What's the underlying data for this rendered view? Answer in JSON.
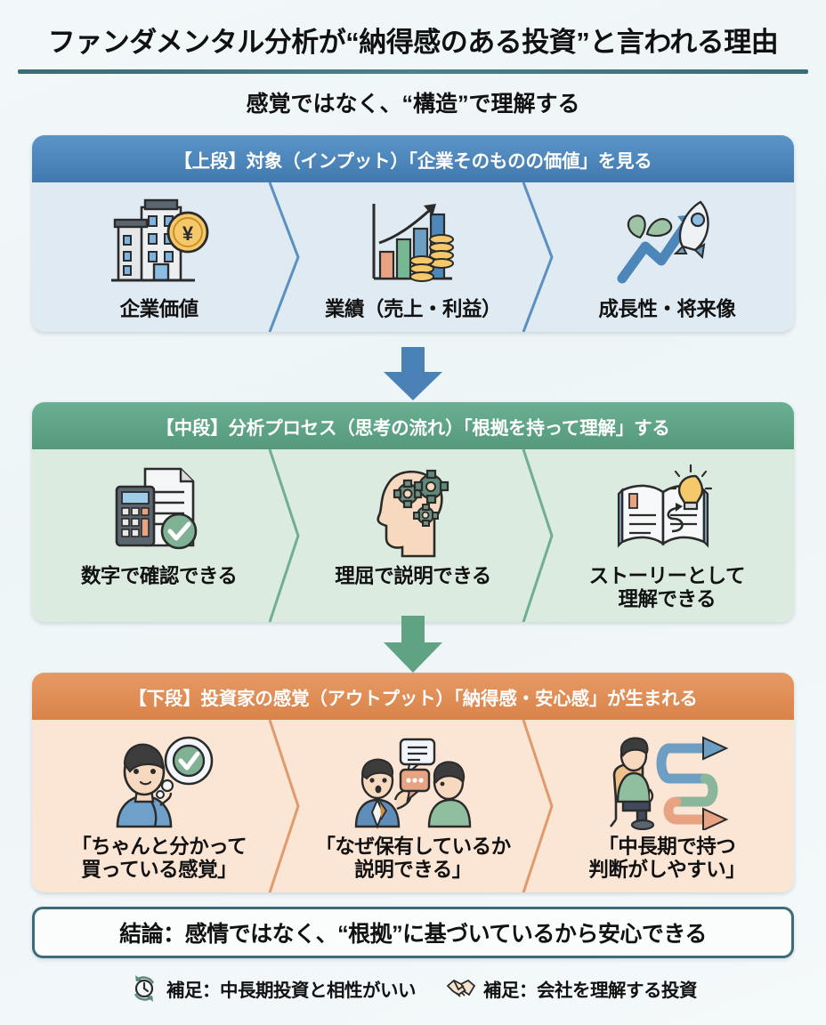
{
  "header": {
    "title": "ファンダメンタル分析が“納得感のある投資”と言われる理由",
    "subtitle": "感覚ではなく、“構造”で理解する",
    "rule_color": "#3d6b78"
  },
  "stages": [
    {
      "id": "upper",
      "heading": "【上段】対象（インプット）「企業そのものの価値」を見る",
      "head_color": "#4a85bd",
      "body_color": "#dfeaf2",
      "divider_color": "#5b90c0",
      "cells": [
        {
          "label": "企業価値",
          "icon": "office-building-yen-coin-icon"
        },
        {
          "label": "業績（売上・利益）",
          "icon": "bar-chart-coins-icon"
        },
        {
          "label": "成長性・将来像",
          "icon": "rocket-growth-arrow-icon"
        }
      ]
    },
    {
      "id": "middle",
      "heading": "【中段】分析プロセス（思考の流れ）「根拠を持って理解」する",
      "head_color": "#63a78c",
      "body_color": "#dcebe0",
      "divider_color": "#6fae92",
      "cells": [
        {
          "label": "数字で確認できる",
          "icon": "calculator-document-check-icon"
        },
        {
          "label": "理屈で説明できる",
          "icon": "head-gears-icon"
        },
        {
          "label": "ストーリーとして\n理解できる",
          "icon": "open-book-lightbulb-icon"
        }
      ]
    },
    {
      "id": "lower",
      "heading": "【下段】投資家の感覚（アウトプット）「納得感・安心感」が生まれる",
      "head_color": "#e19159",
      "body_color": "#fbe5d4",
      "divider_color": "#e09a6c",
      "cells": [
        {
          "label": "「ちゃんと分かって\n買っている感覚」",
          "icon": "person-thinking-check-icon"
        },
        {
          "label": "「なぜ保有しているか\n説明できる」",
          "icon": "two-people-conversation-icon"
        },
        {
          "label": "「中長期で持つ\n判断がしやすい」",
          "icon": "seated-person-winding-path-icon"
        }
      ]
    }
  ],
  "connectors": [
    {
      "id": "upper-to-middle",
      "color": "#4a82b8",
      "icon": "down-arrow-icon"
    },
    {
      "id": "middle-to-lower",
      "color": "#5fa383",
      "icon": "down-arrow-icon"
    }
  ],
  "conclusion": {
    "text": "結論：感情ではなく、“根拠”に基づいているから安心できる",
    "border_color": "#3d6b78"
  },
  "notes": [
    {
      "icon": "clock-recycle-icon",
      "text": "補足：中長期投資と相性がいい"
    },
    {
      "icon": "handshake-icon",
      "text": "補足：会社を理解する投資"
    }
  ]
}
